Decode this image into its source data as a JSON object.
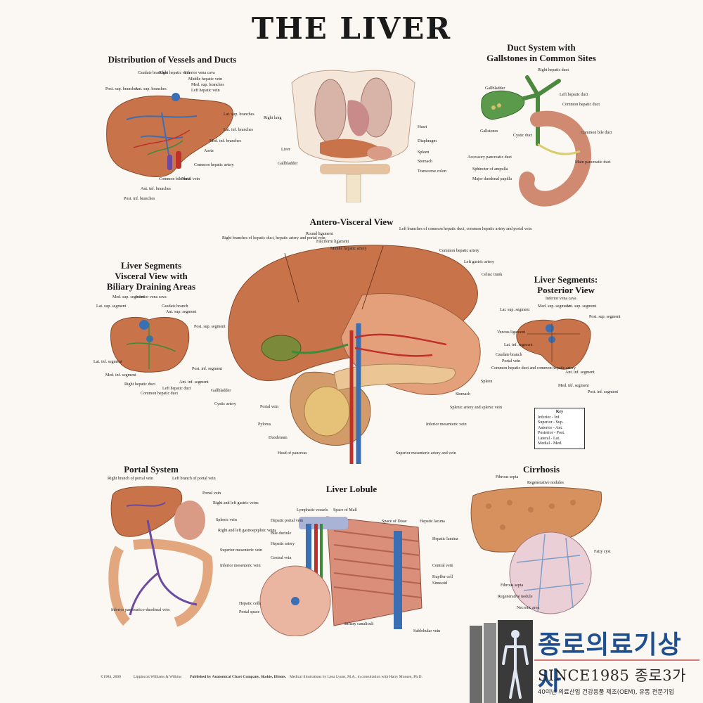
{
  "title": "THE LIVER",
  "sections": {
    "vessels": "Distribution of Vessels and Ducts",
    "duct_line1": "Duct System with",
    "duct_line2": "Gallstones in Common Sites",
    "antero": "Antero-Visceral View",
    "seg_visceral_1": "Liver Segments",
    "seg_visceral_2": "Visceral View with",
    "seg_visceral_3": "Biliary Draining Areas",
    "seg_post_1": "Liver Segments:",
    "seg_post_2": "Posterior View",
    "portal": "Portal System",
    "lobule": "Liver Lobule",
    "cirrhosis": "Cirrhosis"
  },
  "labels": {
    "vessels": [
      "Caudate branches",
      "Right hepatic vein",
      "Inferior vena cava",
      "Middle hepatic vein",
      "Med. sup. branches",
      "Left hepatic vein",
      "Post. sup. branches",
      "Ant. sup. branches",
      "Lat. sup. branches",
      "Lat. inf. branches",
      "Med. inf. branches",
      "Aorta",
      "Common hepatic artery",
      "Common bile duct",
      "Portal vein",
      "Ant. inf. branches",
      "Post. inf. branches"
    ],
    "torso": [
      "Right lung",
      "Heart",
      "Diaphragm",
      "Liver",
      "Spleen",
      "Gallbladder",
      "Stomach",
      "Transverse colon"
    ],
    "duct": [
      "Right hepatic duct",
      "Gallbladder",
      "Left hepatic duct",
      "Common hepatic duct",
      "Gallstones",
      "Cystic duct",
      "Common bile duct",
      "Accessory pancreatic duct",
      "Main pancreatic duct",
      "Sphincter of ampulla",
      "Major duodenal papilla"
    ],
    "antero_left": [
      "Right branches of hepatic duct, hepatic artery and portal vein",
      "Round ligament",
      "Falciform ligament",
      "Middle hepatic artery",
      "Gallbladder",
      "Cystic artery",
      "Portal vein",
      "Pylorus",
      "Duodenum",
      "Head of pancreas"
    ],
    "antero_right": [
      "Left branches of common hepatic duct, common hepatic artery and portal vein",
      "Common hepatic artery",
      "Left gastric artery",
      "Celiac trunk",
      "Spleen",
      "Stomach",
      "Splenic artery and splenic vein",
      "Inferior mesenteric vein",
      "Superior mesenteric artery and vein"
    ],
    "seg_visceral": [
      "Med. sup. segment",
      "Inferior vena cava",
      "Lat. sup. segment",
      "Caudate branch",
      "Ant. sup. segment",
      "Post. sup. segment",
      "Lat. inf. segment",
      "Post. inf. segment",
      "Med. inf. segment",
      "Ant. inf. segment",
      "Right hepatic duct",
      "Left hepatic duct",
      "Common hepatic duct"
    ],
    "seg_post": [
      "Inferior vena cava",
      "Lat. sup. segment",
      "Med. sup. segment",
      "Ant. sup. segment",
      "Post. sup. segment",
      "Venous ligament",
      "Lat. inf. segment",
      "Caudate branch",
      "Portal vein",
      "Common hepatic duct and common hepatic artery",
      "Ant. inf. segment",
      "Med. inf. segment",
      "Post. inf. segment"
    ],
    "portal": [
      "Right branch of portal vein",
      "Left branch of portal vein",
      "Portal vein",
      "Right and left gastric veins",
      "Splenic vein",
      "Right and left gastroepiploic veins",
      "Superior mesenteric vein",
      "Inferior mesenteric vein",
      "Inferior pancreatico-duodenal vein"
    ],
    "lobule": [
      "Lymphatic vessels",
      "Space of Mall",
      "Hepatic portal vein",
      "Bile ductule",
      "Hepatic artery",
      "Central vein",
      "Space of Disse",
      "Hepatic lacuna",
      "Hepatic lamina",
      "Central vein",
      "Kupffer cell",
      "Sinusoid",
      "Hepatic cells",
      "Portal space",
      "Biliary canaliculi",
      "Sublobular vein"
    ],
    "cirrhosis": [
      "Fibrous septa",
      "Regenerative nodules",
      "Fatty cyst",
      "Fibrous septa",
      "Regenerative nodule",
      "Necrotic area"
    ]
  },
  "key": {
    "title": "Key",
    "rows": [
      "Inferior - Inf.",
      "Superior - Sup.",
      "Anterior - Ant.",
      "Posterior - Post.",
      "Lateral - Lat.",
      "Medial - Med."
    ]
  },
  "footer": {
    "copyright": "©1984, 2000",
    "lww": "Lippincott Williams & Wilkins",
    "published": "Published by Anatomical Chart Company, Skokie, Illinois.",
    "credit": "Medical illustrations by Lena Lyons, M.A., in consultation with Harry Monsen, Ph.D."
  },
  "brand": {
    "name": "종로의료기상사",
    "since": "SINCE1985 종로3가",
    "desc": "40여년 의료산업 건강용품 제조(OEM), 유통 전문기업"
  },
  "colors": {
    "liver": "#c8734a",
    "liver_light": "#e3a07a",
    "vein_blue": "#3b6fb3",
    "artery_red": "#c0302a",
    "bile_green": "#3f8a3a",
    "brand_blue": "#1f4f8e"
  }
}
